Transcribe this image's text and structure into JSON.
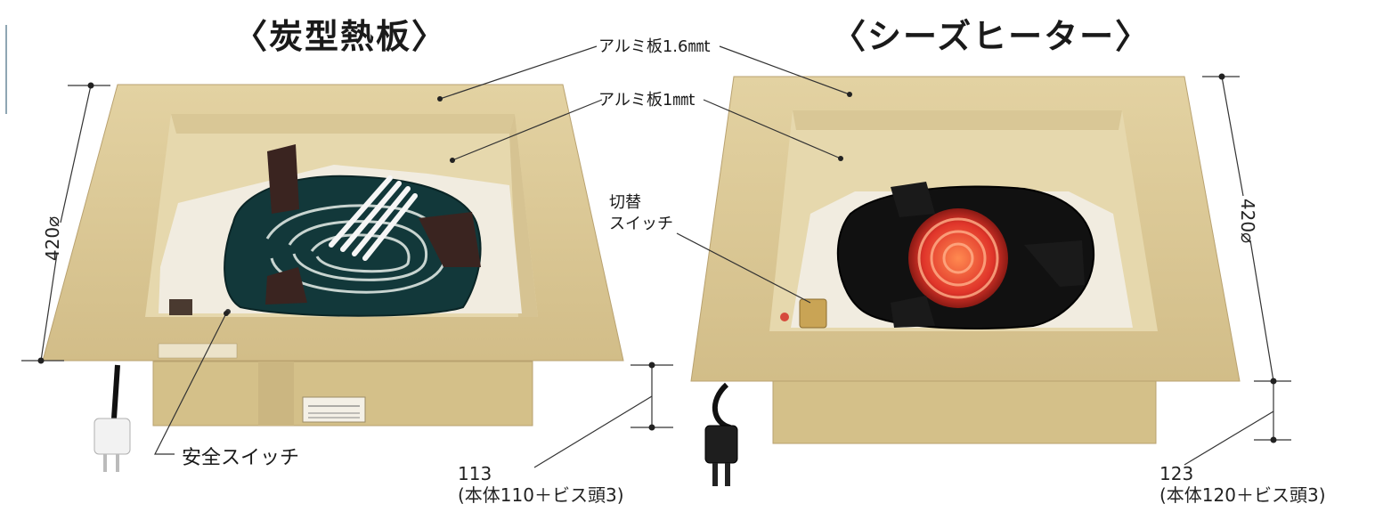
{
  "titles": {
    "charcoal": "〈炭型熱板〉",
    "sheath": "〈シーズヒーター〉"
  },
  "labels": {
    "alu_16": "アルミ板1.6㎜t",
    "alu_1": "アルミ板1㎜t",
    "switch_change_l1": "切替",
    "switch_change_l2": "スイッチ",
    "safety_switch": "安全スイッチ"
  },
  "dimensions": {
    "left_dia": "420⌀",
    "right_dia": "420⌀",
    "left_height": "113",
    "left_height_note": "(本体110＋ビス頭3)",
    "right_height": "123",
    "right_height_note": "(本体120＋ビス頭3)"
  },
  "colors": {
    "frame": "#ddc995",
    "frame_dark": "#c9b37c",
    "inner_wall": "#e3d4a6",
    "floor": "#f1ece0",
    "charcoal": "#12383a",
    "charcoal_edge": "#0a2526",
    "coil_red": "#e0352a",
    "line": "#333333"
  }
}
